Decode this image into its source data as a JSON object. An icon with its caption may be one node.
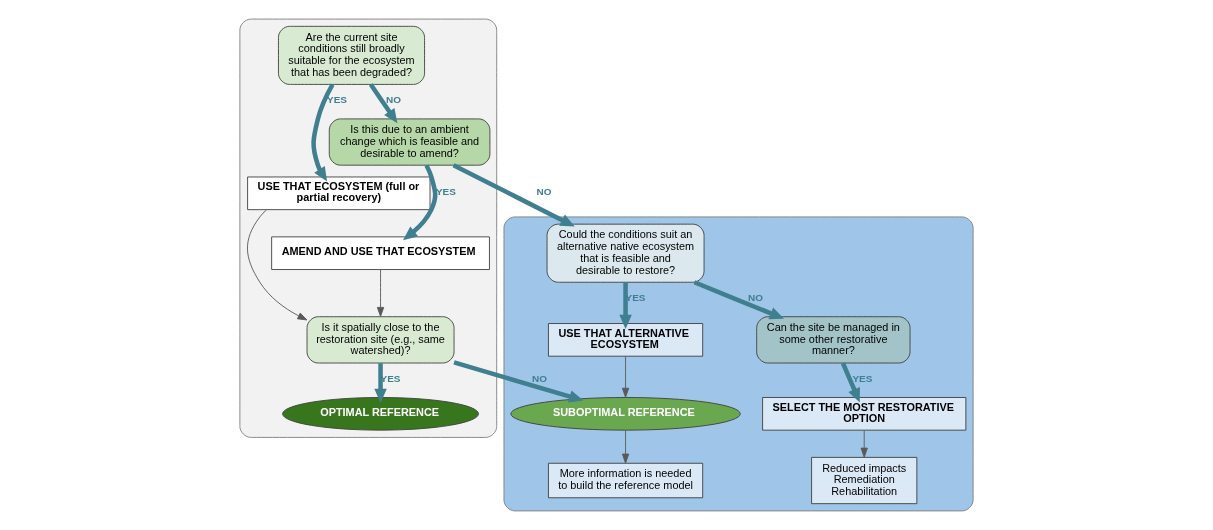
{
  "diagram": {
    "nodes": [
      {
        "text": [],
        "shape": "box"
      },
      {
        "text": [
          "Are the current site conditions still broadly suitable for the ecosystem that has been degraded?"
        ],
        "in": 0
      },
      {
        "text": [
          "USE THAT ECOSYSTEM (full or partial recovery)"
        ],
        "in": 0
      },
      {
        "text": [
          "Is this due to an ambient change which is feasible and desirable to amend?"
        ],
        "in": 0
      },
      {
        "text": [
          "AMEND AND USE THAT ECOSYSTEM"
        ],
        "in": 0
      },
      {
        "text": [
          "Is it spatially close to the restoration site (e.g., same watershed)?"
        ],
        "in": 0
      },
      {
        "text": [
          "OPTIMAL REFERENCE"
        ],
        "in": 0
      },
      {
        "text": [],
        "shape": "box"
      },
      {
        "text": [
          "Could the conditions suit an alternative native ecosystem that is feasible and desirable to restore?"
        ],
        "in": 7
      },
      {
        "text": [
          "USE THAT ALTERNATIVE ECOSYSTEM"
        ],
        "in": 7
      },
      {
        "text": [
          "SUBOPTIMAL REFERENCE"
        ],
        "in": 7
      },
      {
        "text": [
          "More information is needed to build the reference model"
        ],
        "in": 7
      },
      {
        "text": [
          "Can the site be managed in some other restorative manner?"
        ],
        "in": 7
      },
      {
        "text": [
          "SELECT THE MOST RESTORATIVE OPTION"
        ],
        "in": 7
      },
      {
        "text": [
          "Reduced impacts",
          "Remediation",
          "Rehabilitation"
        ],
        "in": 7
      }
    ],
    "edges": [
      {
        "from": 1,
        "to": 2,
        "arrow": "to",
        "label": "YES"
      },
      {
        "from": 1,
        "to": 3,
        "arrow": "to",
        "label": "NO"
      },
      {
        "from": 3,
        "to": 4,
        "arrow": "to",
        "label": "YES"
      },
      {
        "from": 2,
        "to": 5,
        "arrow": "to",
        "color": "#595959"
      },
      {
        "from": 4,
        "to": 5,
        "arrow": "to",
        "color": "#595959"
      },
      {
        "from": 5,
        "to": 6,
        "arrow": "to",
        "label": "YES"
      },
      {
        "from": 3,
        "to": 8,
        "arrow": "to",
        "label": "NO"
      },
      {
        "from": 5,
        "to": 10,
        "arrow": "to",
        "label": "NO"
      },
      {
        "from": 8,
        "to": 9,
        "arrow": "to",
        "label": "YES"
      },
      {
        "from": 9,
        "to": 10,
        "arrow": "to",
        "color": "#595959"
      },
      {
        "from": 10,
        "to": 11,
        "arrow": "to",
        "color": "#595959"
      },
      {
        "from": 8,
        "to": 12,
        "arrow": "to",
        "label": "NO"
      },
      {
        "from": 12,
        "to": 13,
        "arrow": "to",
        "label": "YES"
      },
      {
        "from": 13,
        "to": 14,
        "arrow": "to",
        "color": "#595959"
      }
    ]
  }
}
